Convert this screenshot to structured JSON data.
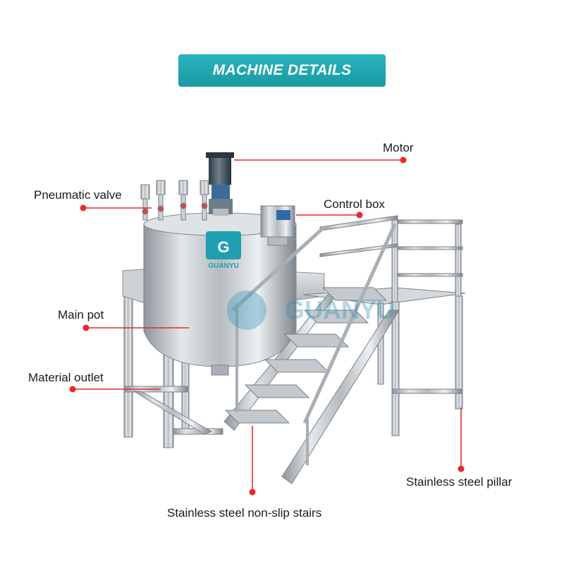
{
  "header": {
    "title": "MACHINE DETAILS"
  },
  "watermark": {
    "text": "GUANYU"
  },
  "tank_logo": {
    "text": "GUANYU"
  },
  "callouts": {
    "motor": "Motor",
    "pneumatic_valve": "Pneumatic valve",
    "control_box": "Control box",
    "main_pot": "Main pot",
    "material_outlet": "Material outlet",
    "stainless_steel_pillar": "Stainless steel pillar",
    "stairs": "Stainless steel non-slip stairs"
  },
  "colors": {
    "accent": "#1fa6ae",
    "pointer": "#e8282b",
    "steel": "#c9cdd1"
  }
}
